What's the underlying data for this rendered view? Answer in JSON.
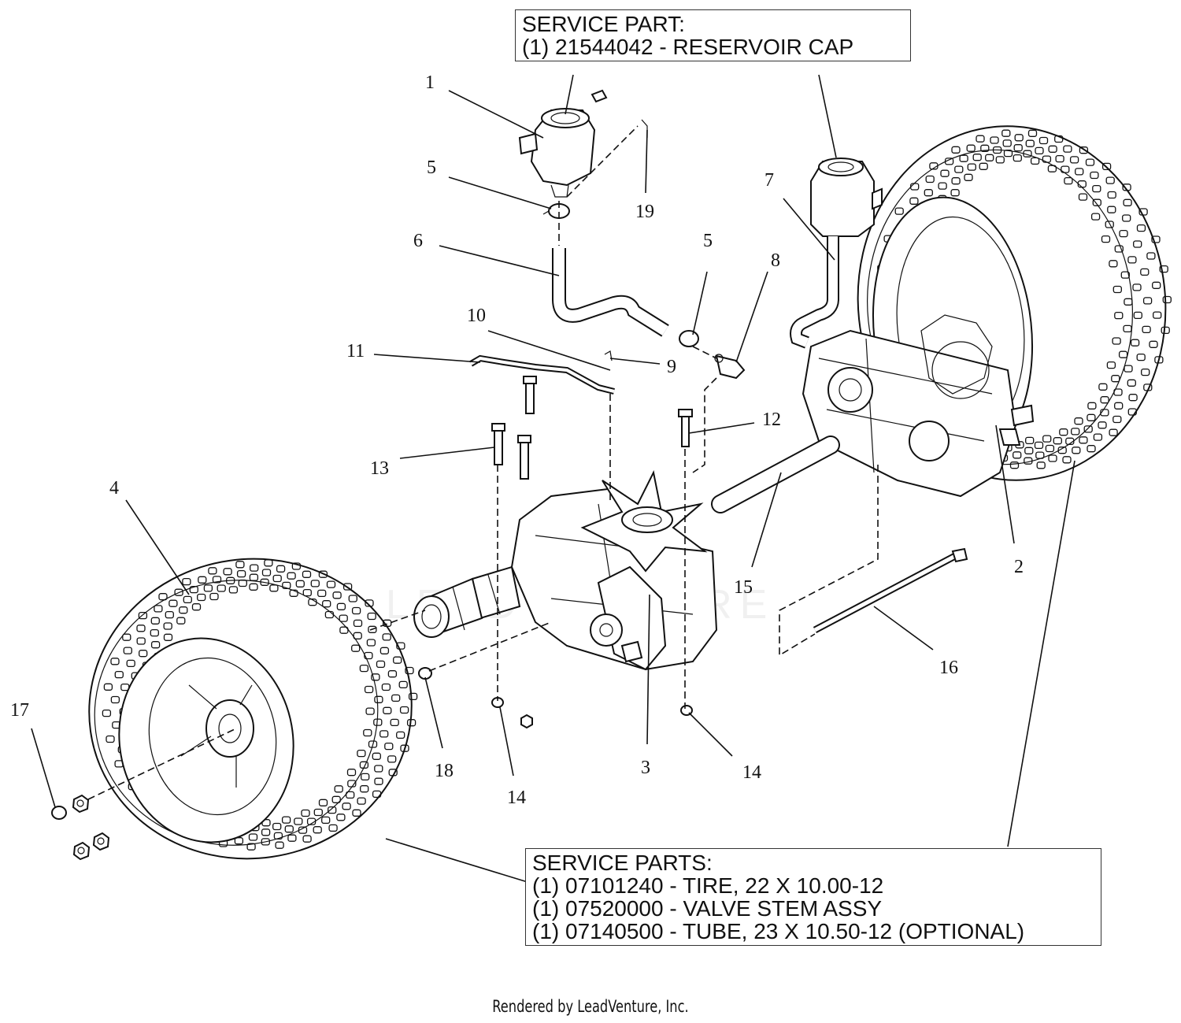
{
  "callouts": {
    "c1": "1",
    "c2": "2",
    "c3": "3",
    "c4": "4",
    "c5a": "5",
    "c5b": "5",
    "c6": "6",
    "c7": "7",
    "c8": "8",
    "c9": "9",
    "c10": "10",
    "c11": "11",
    "c12": "12",
    "c13": "13",
    "c14a": "14",
    "c14b": "14",
    "c15": "15",
    "c16": "16",
    "c17": "17",
    "c18": "18",
    "c19": "19"
  },
  "service_part_box": {
    "line1": "SERVICE PART:",
    "line2": "(1) 21544042 - RESERVOIR CAP"
  },
  "service_parts_box": {
    "line1": "SERVICE PARTS:",
    "line2": "(1) 07101240 - TIRE, 22 X 10.00-12",
    "line3": "(1) 07520000 - VALVE STEM ASSY",
    "line4": "(1) 07140500 - TUBE, 23 X 10.50-12 (OPTIONAL)"
  },
  "watermark": "LEADVENTURE",
  "footer": "Rendered by LeadVenture, Inc."
}
